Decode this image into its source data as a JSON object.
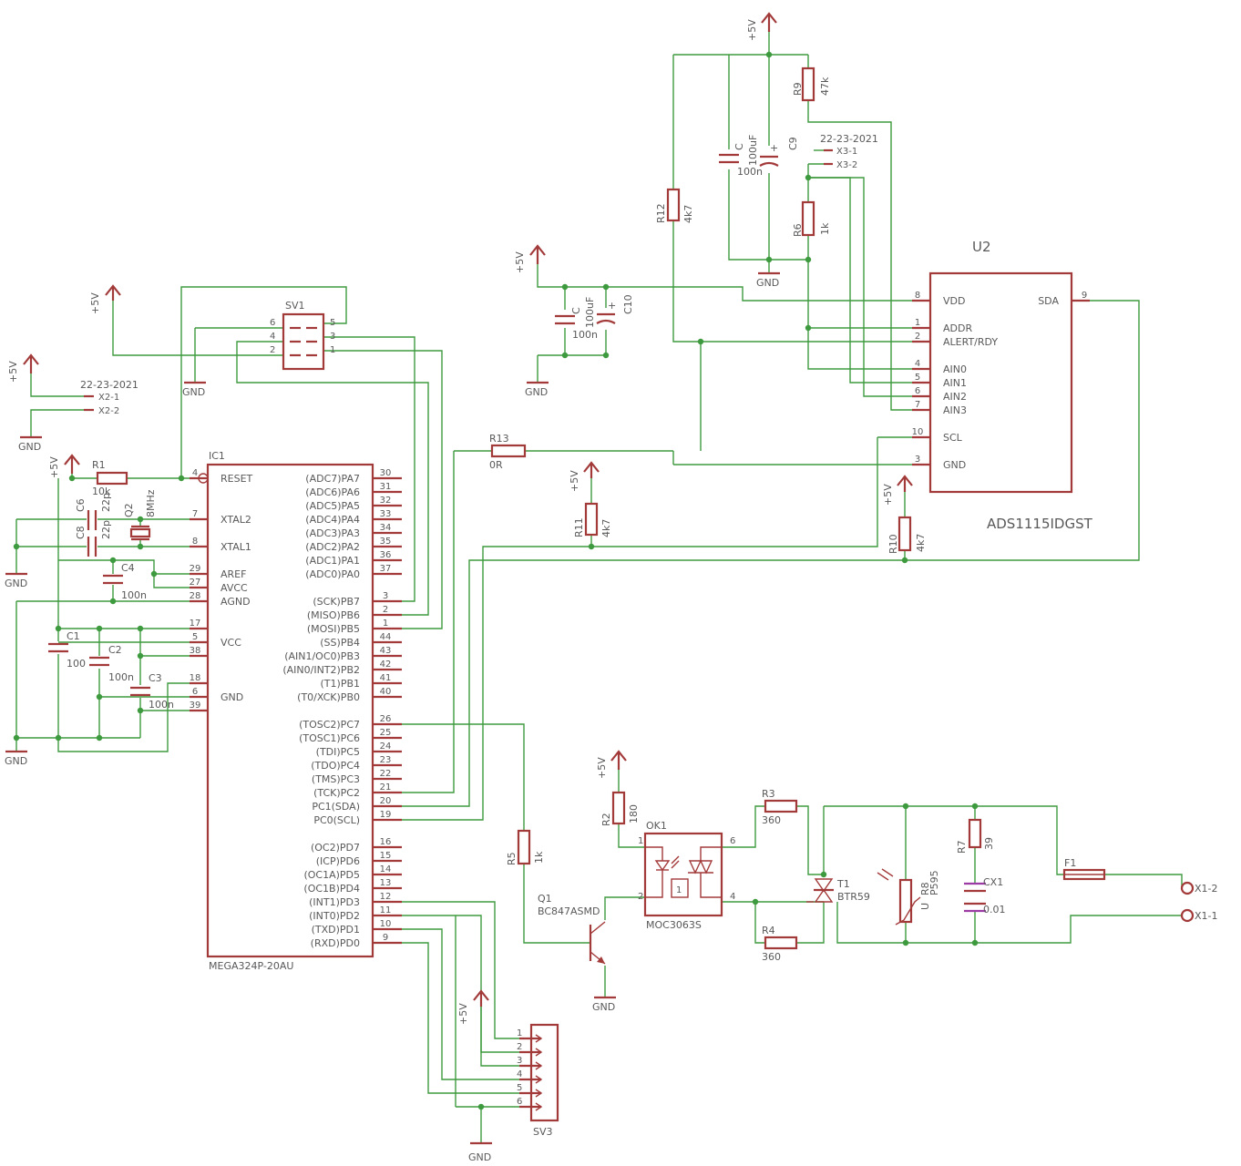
{
  "supply": {
    "vcc": "+5V",
    "gnd": "GND"
  },
  "connector_part": "22-23-2021",
  "ic1": {
    "name": "IC1",
    "value": "MEGA324P-20AU",
    "left_pins": [
      {
        "num": "4",
        "label": "RESET"
      },
      {
        "num": "7",
        "label": "XTAL2"
      },
      {
        "num": "8",
        "label": "XTAL1"
      },
      {
        "num": "29",
        "label": "AREF"
      },
      {
        "num": "27",
        "label": "AVCC"
      },
      {
        "num": "28",
        "label": "AGND"
      },
      {
        "num": "17",
        "label": ""
      },
      {
        "num": "5",
        "label": "VCC"
      },
      {
        "num": "38",
        "label": ""
      },
      {
        "num": "18",
        "label": ""
      },
      {
        "num": "6",
        "label": "GND"
      },
      {
        "num": "39",
        "label": ""
      }
    ],
    "right_pins": [
      {
        "num": "30",
        "label": "(ADC7)PA7"
      },
      {
        "num": "31",
        "label": "(ADC6)PA6"
      },
      {
        "num": "32",
        "label": "(ADC5)PA5"
      },
      {
        "num": "33",
        "label": "(ADC4)PA4"
      },
      {
        "num": "34",
        "label": "(ADC3)PA3"
      },
      {
        "num": "35",
        "label": "(ADC2)PA2"
      },
      {
        "num": "36",
        "label": "(ADC1)PA1"
      },
      {
        "num": "37",
        "label": "(ADC0)PA0"
      },
      {
        "num": "3",
        "label": "(SCK)PB7"
      },
      {
        "num": "2",
        "label": "(MISO)PB6"
      },
      {
        "num": "1",
        "label": "(MOSI)PB5"
      },
      {
        "num": "44",
        "label": "(SS)PB4"
      },
      {
        "num": "43",
        "label": "(AIN1/OC0)PB3"
      },
      {
        "num": "42",
        "label": "(AIN0/INT2)PB2"
      },
      {
        "num": "41",
        "label": "(T1)PB1"
      },
      {
        "num": "40",
        "label": "(T0/XCK)PB0"
      },
      {
        "num": "26",
        "label": "(TOSC2)PC7"
      },
      {
        "num": "25",
        "label": "(TOSC1)PC6"
      },
      {
        "num": "24",
        "label": "(TDI)PC5"
      },
      {
        "num": "23",
        "label": "(TDO)PC4"
      },
      {
        "num": "22",
        "label": "(TMS)PC3"
      },
      {
        "num": "21",
        "label": "(TCK)PC2"
      },
      {
        "num": "20",
        "label": "PC1(SDA)"
      },
      {
        "num": "19",
        "label": "PC0(SCL)"
      },
      {
        "num": "16",
        "label": "(OC2)PD7"
      },
      {
        "num": "15",
        "label": "(ICP)PD6"
      },
      {
        "num": "14",
        "label": "(OC1A)PD5"
      },
      {
        "num": "13",
        "label": "(OC1B)PD4"
      },
      {
        "num": "12",
        "label": "(INT1)PD3"
      },
      {
        "num": "11",
        "label": "(INT0)PD2"
      },
      {
        "num": "10",
        "label": "(TXD)PD1"
      },
      {
        "num": "9",
        "label": "(RXD)PD0"
      }
    ]
  },
  "u2": {
    "name": "U2",
    "value": "ADS1115IDGST",
    "left_pins": [
      {
        "num": "8",
        "label": "VDD"
      },
      {
        "num": "1",
        "label": "ADDR"
      },
      {
        "num": "2",
        "label": "ALERT/RDY"
      },
      {
        "num": "4",
        "label": "AIN0"
      },
      {
        "num": "5",
        "label": "AIN1"
      },
      {
        "num": "6",
        "label": "AIN2"
      },
      {
        "num": "7",
        "label": "AIN3"
      },
      {
        "num": "10",
        "label": "SCL"
      },
      {
        "num": "3",
        "label": "GND"
      }
    ],
    "right_pins": [
      {
        "num": "9",
        "label": "SDA"
      }
    ]
  },
  "sv1": {
    "name": "SV1",
    "pins": [
      "6",
      "5",
      "4",
      "3",
      "2",
      "1"
    ]
  },
  "sv3": {
    "name": "SV3",
    "pins": [
      "1",
      "2",
      "3",
      "4",
      "5",
      "6"
    ]
  },
  "x1": {
    "pin1": "X1-1",
    "pin2": "X1-2"
  },
  "x2": {
    "pin1": "X2-1",
    "pin2": "X2-2"
  },
  "x3": {
    "pin1": "X3-1",
    "pin2": "X3-2"
  },
  "resistors": {
    "r1": {
      "name": "R1",
      "value": "10k"
    },
    "r2": {
      "name": "R2",
      "value": "180"
    },
    "r3": {
      "name": "R3",
      "value": "360"
    },
    "r4": {
      "name": "R4",
      "value": "360"
    },
    "r5": {
      "name": "R5",
      "value": "1k"
    },
    "r6": {
      "name": "R6",
      "value": "1k"
    },
    "r7": {
      "name": "R7",
      "value": "39"
    },
    "r9": {
      "name": "R9",
      "value": "47k"
    },
    "r10": {
      "name": "R10",
      "value": "4k7"
    },
    "r11": {
      "name": "R11",
      "value": "4k7"
    },
    "r12": {
      "name": "R12",
      "value": "4k7"
    },
    "r13": {
      "name": "R13",
      "value": "0R"
    }
  },
  "capacitors": {
    "c1": {
      "name": "C1",
      "value": "100"
    },
    "c2": {
      "name": "C2",
      "value": "100n"
    },
    "c3": {
      "name": "C3",
      "value": "100n"
    },
    "c4": {
      "name": "C4",
      "value": "100n"
    },
    "c6": {
      "name": "C6",
      "value": "22p"
    },
    "c8": {
      "name": "C8",
      "value": "22p"
    },
    "c9": {
      "name": "C9",
      "value": "100uF"
    },
    "c10": {
      "name": "C10",
      "value": "100uF"
    },
    "c_u2a": {
      "name": "C",
      "value": "100n"
    },
    "c_u2b": {
      "name": "C",
      "value": "100n"
    },
    "cx1": {
      "name": "CX1",
      "value": "0.01"
    }
  },
  "q2": {
    "name": "Q2",
    "value": "8MHz"
  },
  "q1": {
    "name": "Q1",
    "value": "BC847ASMD"
  },
  "ok1": {
    "name": "OK1",
    "value": "MOC3063S",
    "inner": "1",
    "pins": [
      "1",
      "2",
      "6",
      "4"
    ]
  },
  "t1": {
    "name": "T1",
    "value": "BTR59"
  },
  "r8": {
    "name": "R8",
    "value": "P595",
    "mark": "U"
  },
  "f1": {
    "name": "F1"
  }
}
